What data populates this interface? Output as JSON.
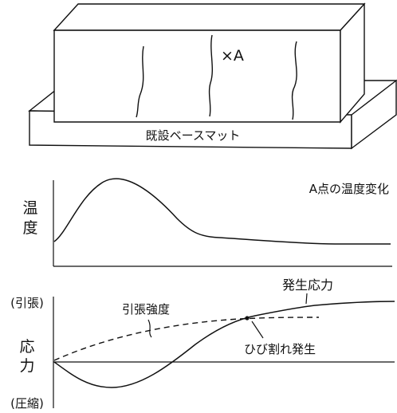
{
  "figure": {
    "block": {
      "point_label": "×A",
      "base_label": "既設ベースマット"
    },
    "temperature_panel": {
      "y_label_line1": "温",
      "y_label_line2": "度",
      "title": "A点の温度変化"
    },
    "stress_panel": {
      "tension_label": "(引張)",
      "y_label_line1": "応",
      "y_label_line2": "力",
      "compression_label": "(圧縮)",
      "generated_stress_label": "発生応力",
      "tensile_strength_label": "引張強度",
      "crack_label": "ひび割れ発生"
    }
  },
  "colors": {
    "ink": "#111111",
    "background": "#ffffff"
  }
}
